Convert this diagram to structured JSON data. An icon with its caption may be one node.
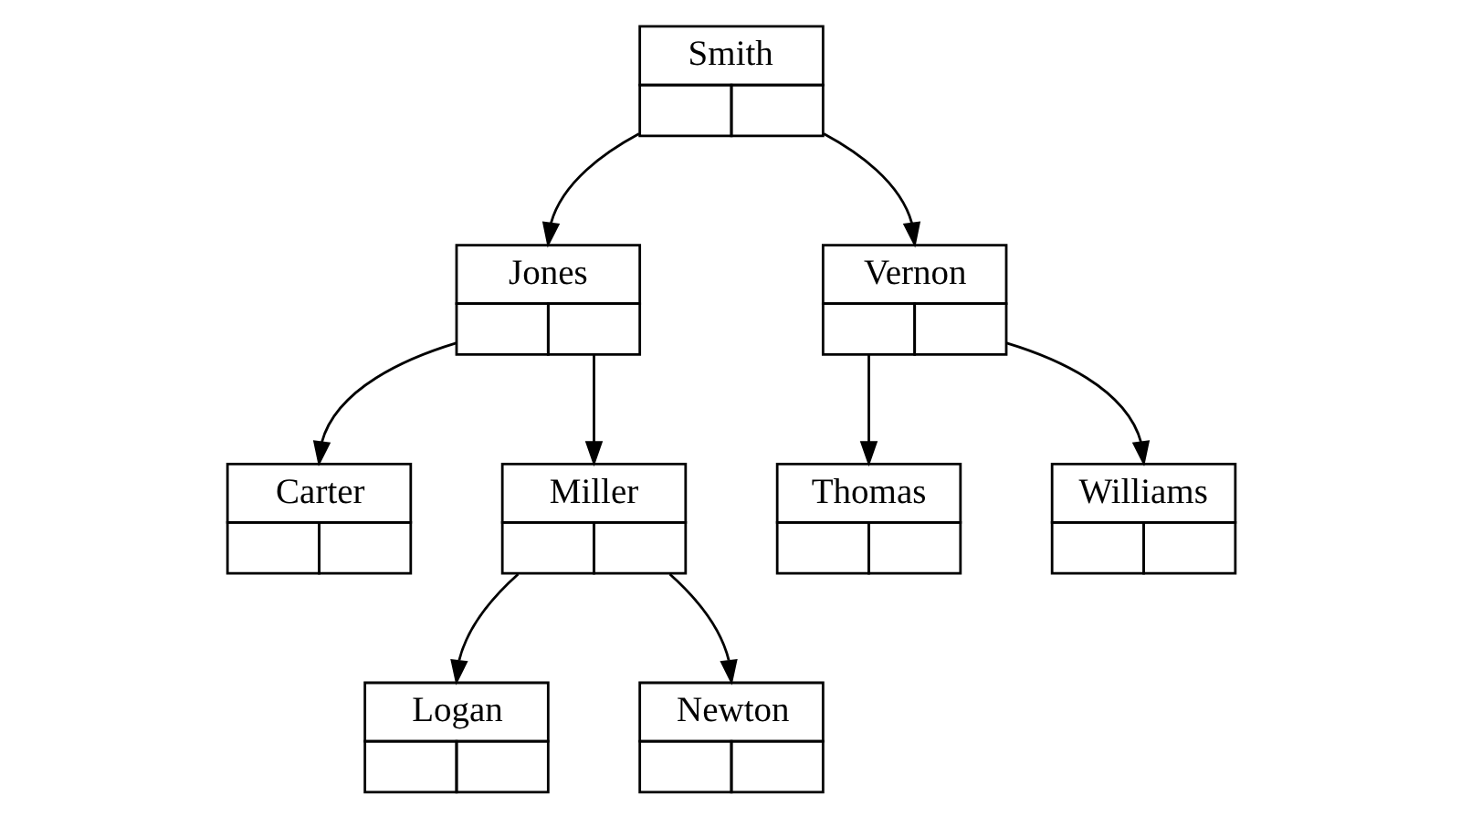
{
  "diagram": {
    "nodes": [
      {
        "text": [
          "Smith"
        ]
      },
      {
        "text": [
          "Jones"
        ]
      },
      {
        "text": [
          "Vernon"
        ]
      },
      {
        "text": [
          "Carter"
        ]
      },
      {
        "text": [
          "Miller"
        ]
      },
      {
        "text": [
          "Thomas"
        ]
      },
      {
        "text": [
          "Williams"
        ]
      },
      {
        "text": [
          "Logan"
        ]
      },
      {
        "text": [
          "Newton"
        ]
      }
    ],
    "edges": [
      {
        "from": 0,
        "to": 1,
        "arrow": "to"
      },
      {
        "from": 0,
        "to": 2,
        "arrow": "to"
      },
      {
        "from": 1,
        "to": 3,
        "arrow": "to"
      },
      {
        "from": 1,
        "to": 4,
        "arrow": "to"
      },
      {
        "from": 2,
        "to": 5,
        "arrow": "to"
      },
      {
        "from": 2,
        "to": 6,
        "arrow": "to"
      },
      {
        "from": 4,
        "to": 7,
        "arrow": "to"
      },
      {
        "from": 4,
        "to": 8,
        "arrow": "to"
      }
    ]
  }
}
